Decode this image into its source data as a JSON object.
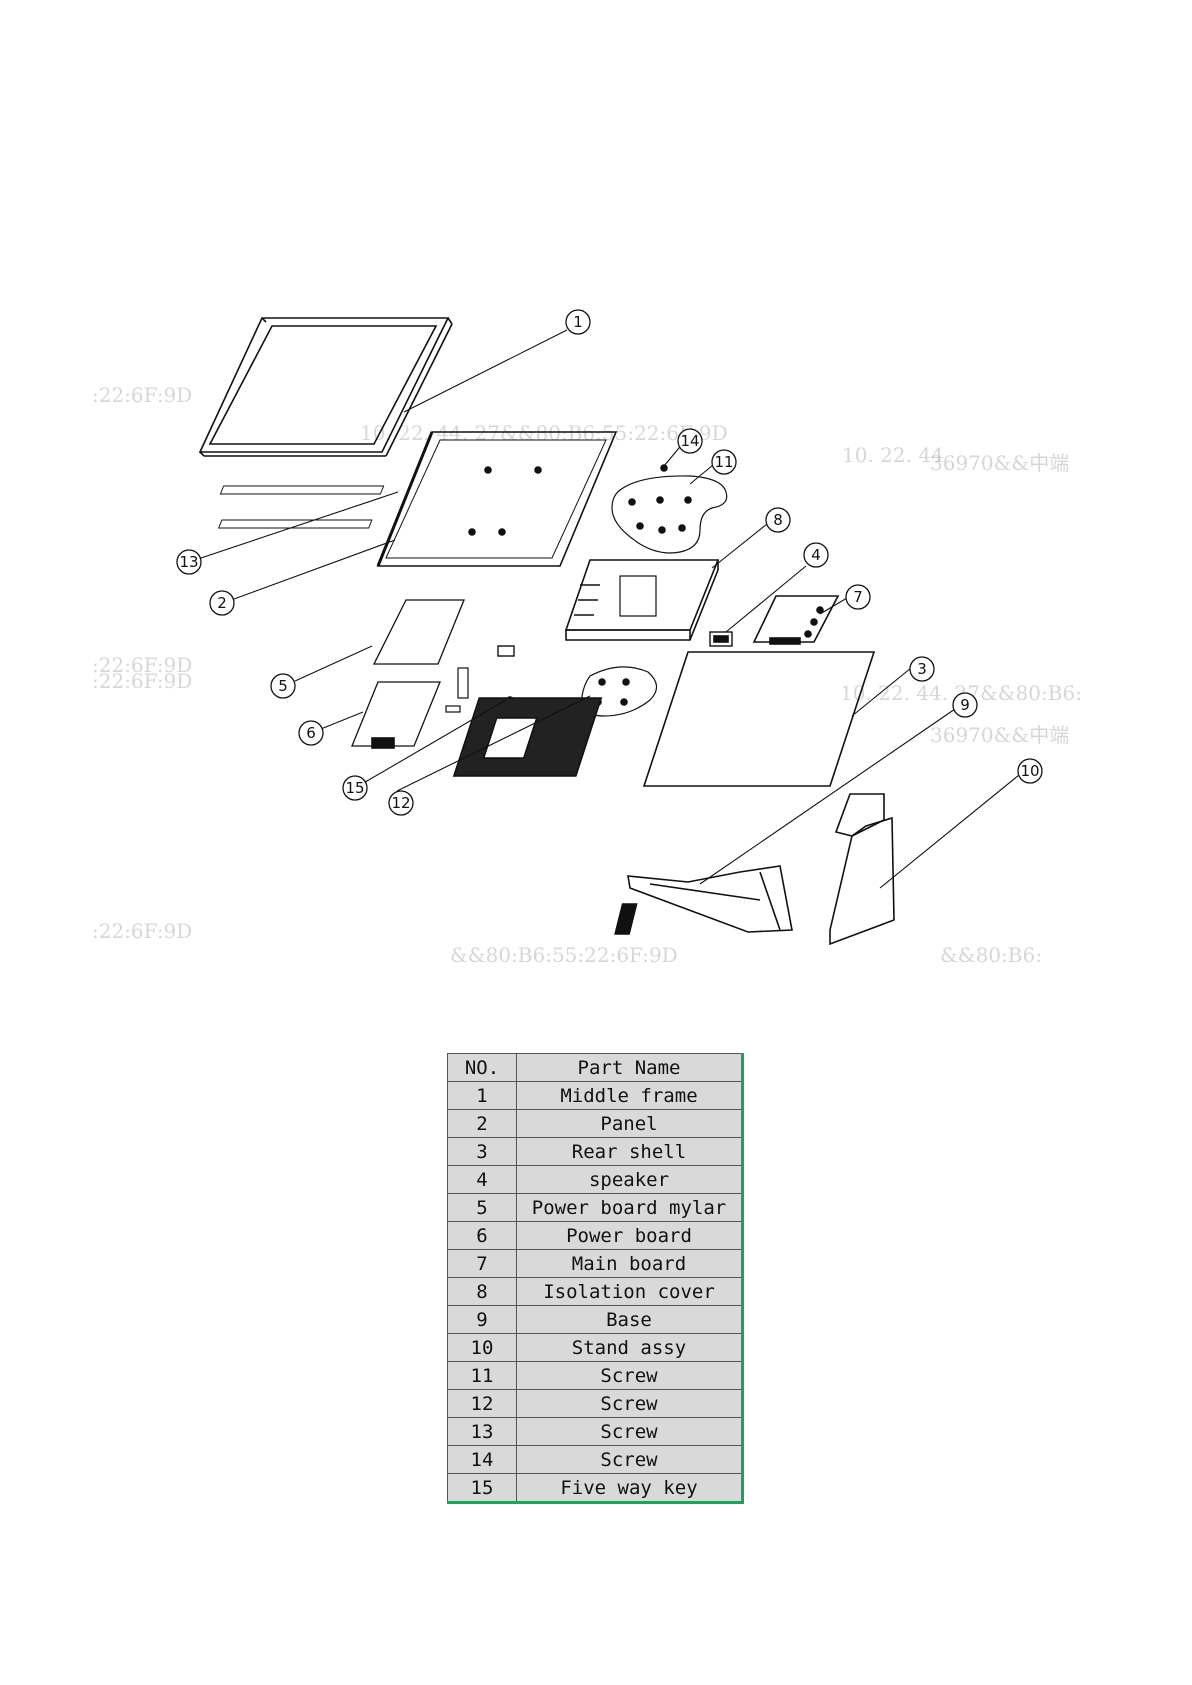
{
  "diagram": {
    "callouts": [
      {
        "num": "1"
      },
      {
        "num": "2"
      },
      {
        "num": "3"
      },
      {
        "num": "4"
      },
      {
        "num": "5"
      },
      {
        "num": "6"
      },
      {
        "num": "7"
      },
      {
        "num": "8"
      },
      {
        "num": "9"
      },
      {
        "num": "10"
      },
      {
        "num": "11"
      },
      {
        "num": "12"
      },
      {
        "num": "13"
      },
      {
        "num": "14"
      },
      {
        "num": "15"
      }
    ],
    "watermarks": [
      ":22:6F:9D",
      ":22:6F:9D",
      "10. 22. 44. 27&&80:B6:55:22:6F:9D",
      "10. 22. 44",
      "36970&&中端",
      ":22:6F:9D",
      "10. 22. 44. 27&&80:B6:",
      "36970&&中端",
      ":22:6F:9D",
      "&&80:B6:55:22:6F:9D",
      "&&80:B6:"
    ]
  },
  "table": {
    "headers": {
      "no": "NO.",
      "name": "Part Name"
    },
    "rows": [
      {
        "no": "1",
        "name": "Middle frame"
      },
      {
        "no": "2",
        "name": "Panel"
      },
      {
        "no": "3",
        "name": "Rear shell"
      },
      {
        "no": "4",
        "name": "speaker"
      },
      {
        "no": "5",
        "name": "Power board mylar"
      },
      {
        "no": "6",
        "name": "Power board"
      },
      {
        "no": "7",
        "name": "Main board"
      },
      {
        "no": "8",
        "name": "Isolation cover"
      },
      {
        "no": "9",
        "name": "Base"
      },
      {
        "no": "10",
        "name": "Stand assy"
      },
      {
        "no": "11",
        "name": "Screw"
      },
      {
        "no": "12",
        "name": "Screw"
      },
      {
        "no": "13",
        "name": "Screw"
      },
      {
        "no": "14",
        "name": "Screw"
      },
      {
        "no": "15",
        "name": "Five way key"
      }
    ]
  }
}
